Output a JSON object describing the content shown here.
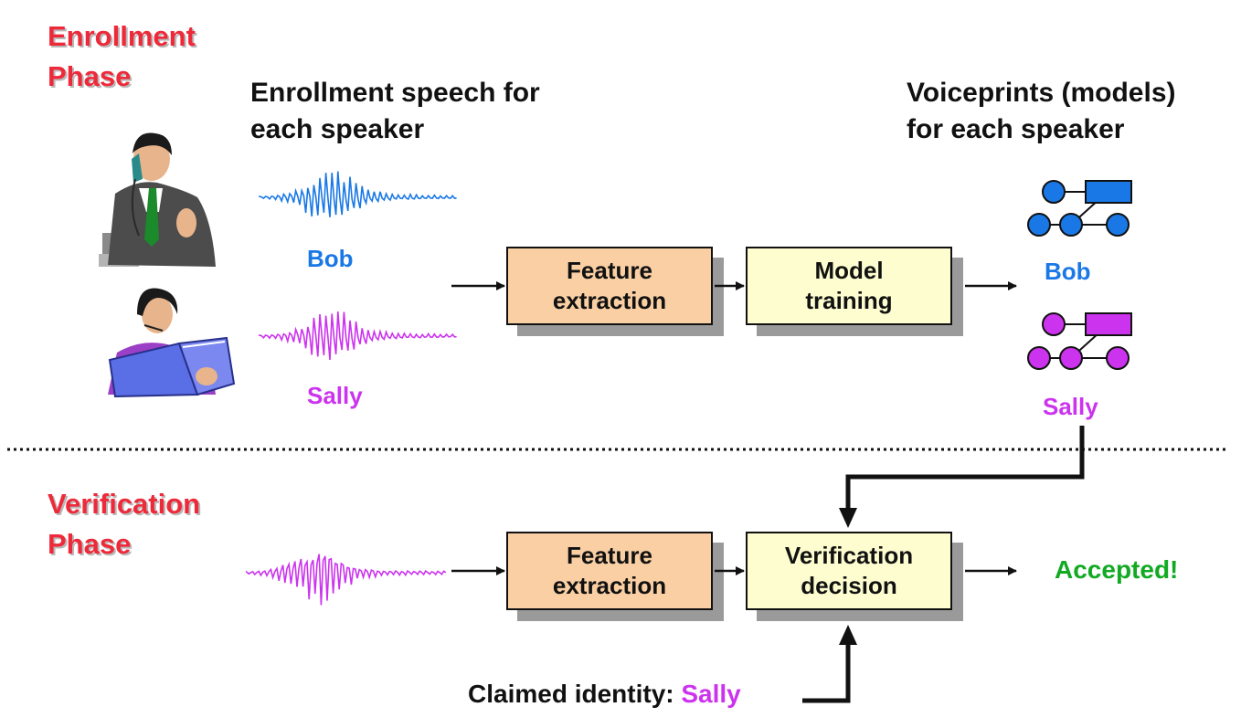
{
  "enrollment": {
    "phase_line1": "Enrollment",
    "phase_line2": "Phase",
    "speech_caption_line1": "Enrollment speech for",
    "speech_caption_line2": "each speaker",
    "voiceprints_caption_line1": "Voiceprints (models)",
    "voiceprints_caption_line2": "for each speaker",
    "speaker1": "Bob",
    "speaker2": "Sally",
    "model_label1": "Bob",
    "model_label2": "Sally",
    "feature_box_line1": "Feature",
    "feature_box_line2": "extraction",
    "training_box_line1": "Model",
    "training_box_line2": "training"
  },
  "verification": {
    "phase_line1": "Verification",
    "phase_line2": "Phase",
    "feature_box_line1": "Feature",
    "feature_box_line2": "extraction",
    "decision_box_line1": "Verification",
    "decision_box_line2": "decision",
    "result": "Accepted!",
    "claimed_prefix": "Claimed identity:",
    "claimed_name": "Sally"
  },
  "colors": {
    "phase_title": "#ee2a3a",
    "bob": "#1a78e6",
    "sally": "#cc33ee",
    "accepted": "#11aa22",
    "feature_box": "#f9cfa3",
    "process_box": "#fdfdd0",
    "box_shadow": "#9a9a9a"
  },
  "icons": {
    "speaker1_illustration": "man-on-phone-illustration",
    "speaker2_illustration": "woman-reading-book-illustration",
    "voiceprint_model": "voiceprint-model-graph-icon",
    "waveform": "speech-waveform-icon"
  }
}
